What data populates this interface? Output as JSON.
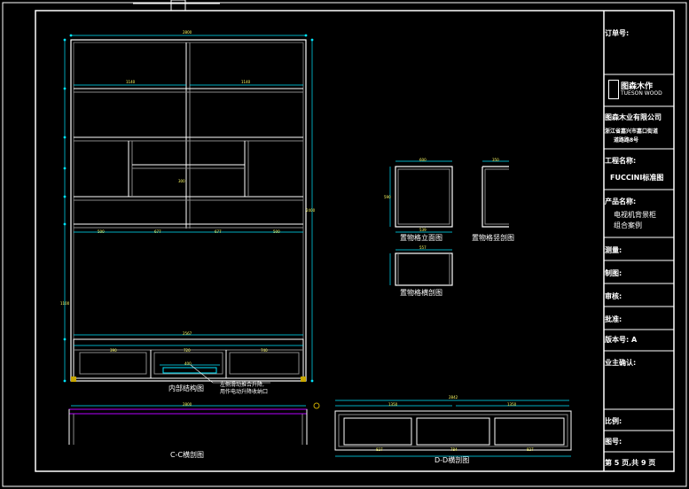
{
  "title_block": {
    "order_no_label": "订单号:",
    "company_logo_cn": "图森木作",
    "company_logo_en": "TUESON WOOD",
    "company_name": "图森木业有限公司",
    "company_address": "浙江省嘉兴市嘉口街道",
    "company_address_2": "道路路8号",
    "project_label": "工程名称:",
    "project_value": "FUCCINI标准图",
    "product_label": "产品名称:",
    "product_value_1": "电视机背景柜",
    "product_value_2": "组合案例",
    "survey_label": "测量:",
    "draw_label": "制图:",
    "review_label": "审核:",
    "approve_label": "批准:",
    "version_label": "版本号: A",
    "owner_confirm_label": "业主确认:",
    "scale_label": "比例:",
    "drawing_no_label": "图号:",
    "page_label": "第 5 页,共 9 页"
  },
  "views": {
    "inner_structure": "内部结构图",
    "note_1": "左侧滑动推合升降,",
    "note_2": "用作电动升降收纳口",
    "cc_section": "C-C横剖图",
    "dd_section": "D-D横剖图",
    "shelf_elevation": "置物格立面图",
    "shelf_vertical": "置物格竖剖图",
    "shelf_horizontal": "置物格横剖图"
  },
  "dimensions": {
    "top_width": "2800",
    "upper_left": "1140",
    "upper_right": "1140",
    "lower_1": "500",
    "lower_2": "677",
    "lower_3": "677",
    "lower_4": "500",
    "overall_height": "2400",
    "left_height": "1100",
    "mid_height": "300",
    "base_width": "2567",
    "base_1": "390",
    "base_2": "720",
    "base_3": "740",
    "drawer": "400",
    "cc_width": "2800",
    "dd_width": "2842",
    "dd_left": "1350",
    "dd_right": "1350",
    "dd_b1": "827",
    "dd_b2": "784",
    "dd_b3": "827",
    "shelf_w": "600",
    "shelf_w2": "539",
    "shelf_d": "350",
    "shelf_h": "590",
    "shelf_hw": "557"
  }
}
